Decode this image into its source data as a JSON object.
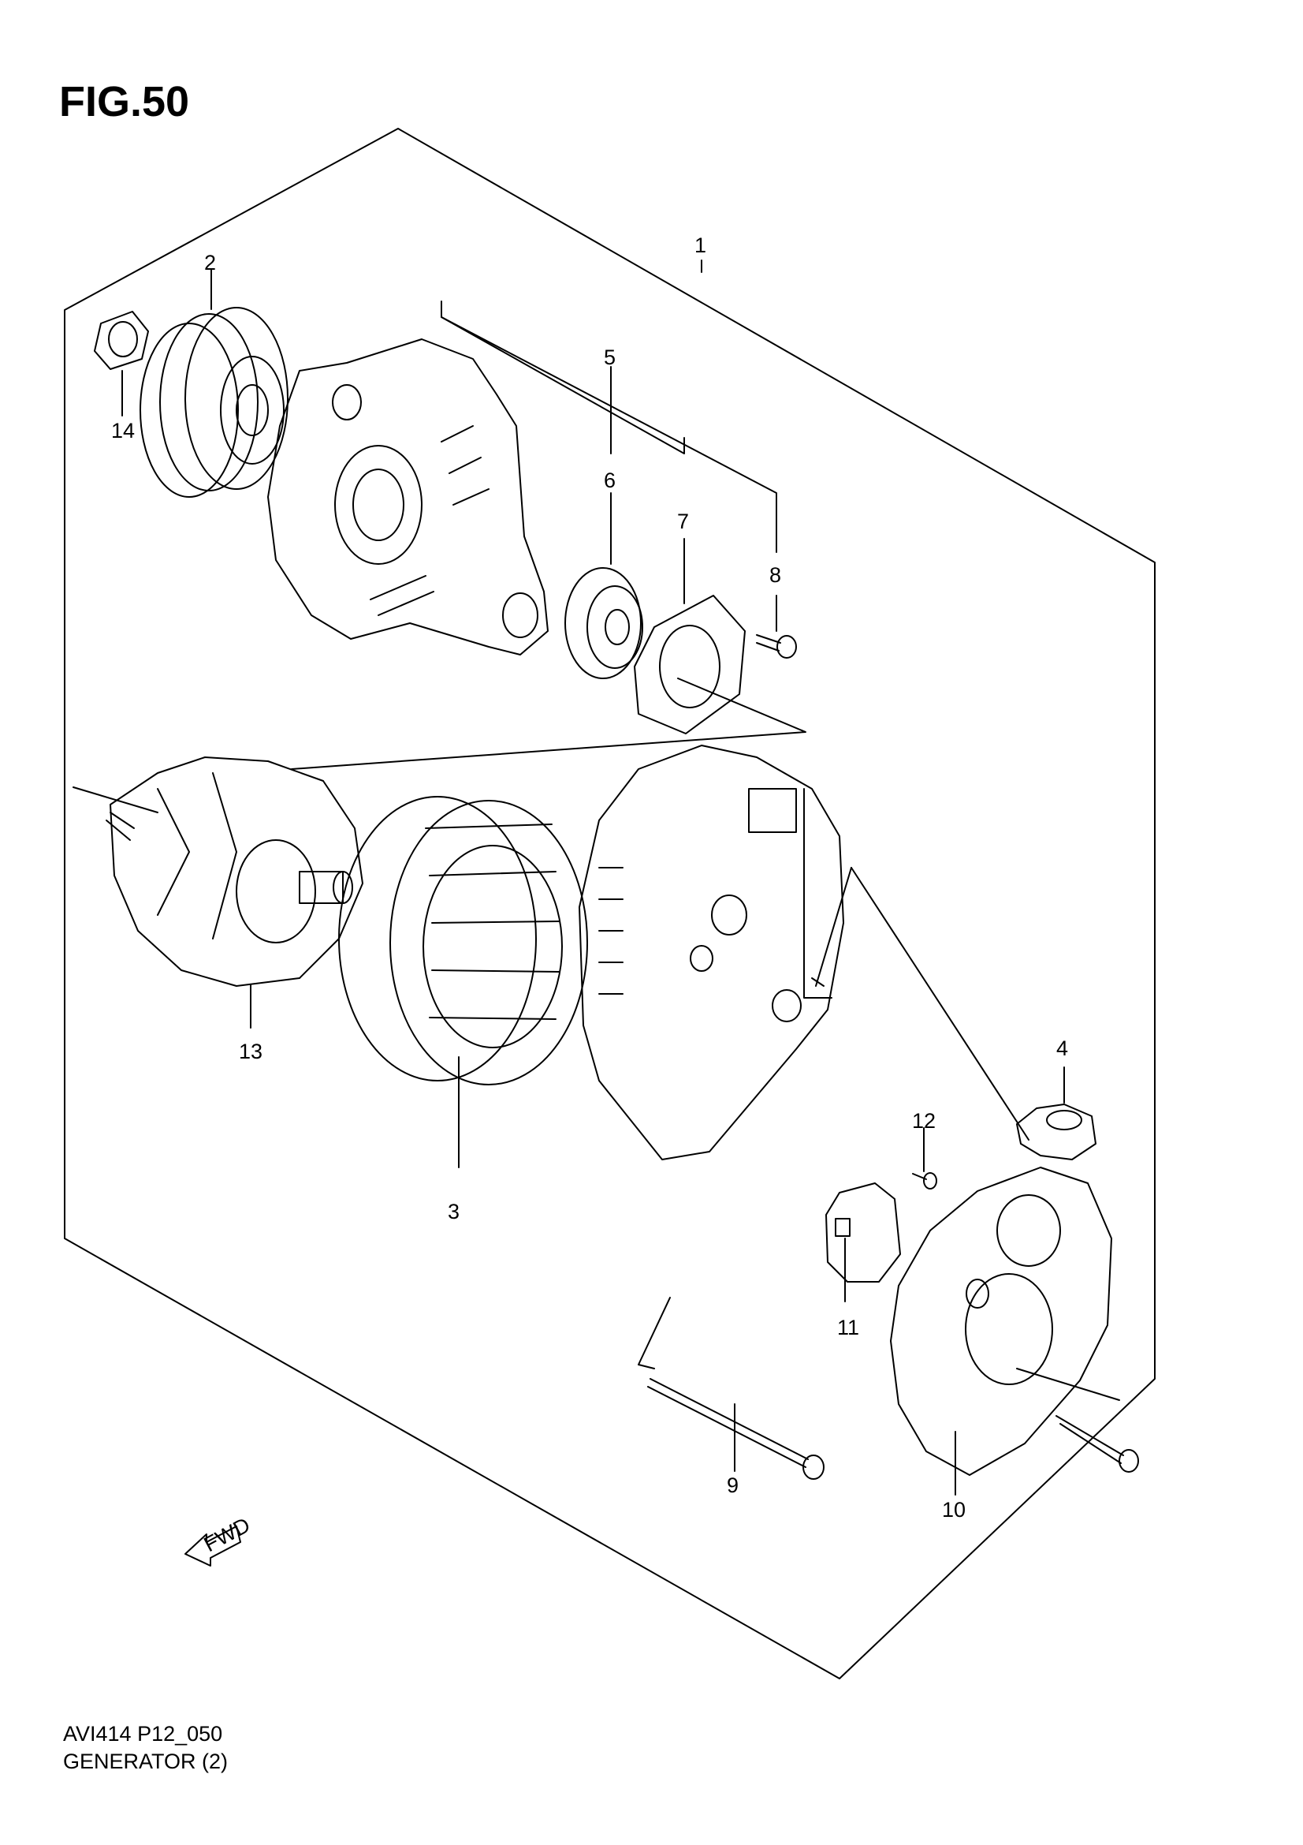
{
  "figure": {
    "title": "FIG.50",
    "code": "AVI414 P12_050",
    "name": "GENERATOR (2)"
  },
  "callouts": {
    "1": "1",
    "2": "2",
    "3": "3",
    "4": "4",
    "5": "5",
    "6": "6",
    "7": "7",
    "8": "8",
    "9": "9",
    "10": "10",
    "11": "11",
    "12": "12",
    "13": "13",
    "14": "14"
  },
  "fwd_label": "FWD",
  "colors": {
    "ink": "#000000",
    "paper": "#ffffff"
  }
}
